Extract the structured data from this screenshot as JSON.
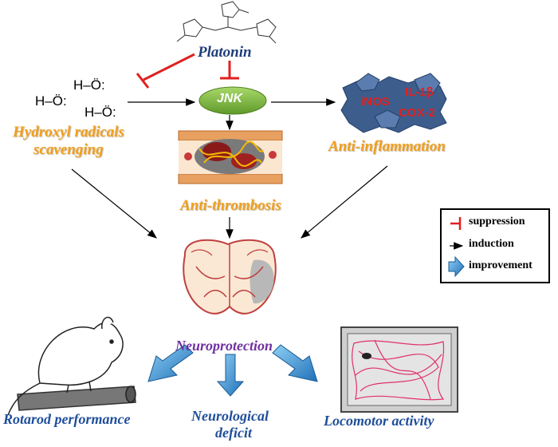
{
  "title": "",
  "nodes": {
    "platonin": "Platonin",
    "jnk": "JNK",
    "hydroxyl_line1": "Hydroxyl radicals",
    "hydroxyl_line2": "scavenging",
    "anti_inflammation": "Anti-inflammation",
    "anti_thrombosis": "Anti-thrombosis",
    "neuroprotection": "Neuroprotection",
    "rotarod": "Rotarod performance",
    "neuro_deficit_line1": "Neurological",
    "neuro_deficit_line2": "deficit",
    "locomotor": "Locomotor activity"
  },
  "inflammation_markers": {
    "inos": "iNOS",
    "il1b": "IL-1β",
    "cox2": "COX-2"
  },
  "radicals": [
    "H–Ö:",
    "H–Ö:",
    "H–Ö:"
  ],
  "legend": {
    "suppression": "suppression",
    "induction": "induction",
    "improvement": "improvement"
  },
  "colors": {
    "suppression": "#e02020",
    "induction": "#000000",
    "improvement": "#2e86c8",
    "orange_label": "#f0a020",
    "blue_label": "#1f4e9a",
    "purple_label": "#7030a0",
    "jnk_green": "#7ab83a"
  }
}
